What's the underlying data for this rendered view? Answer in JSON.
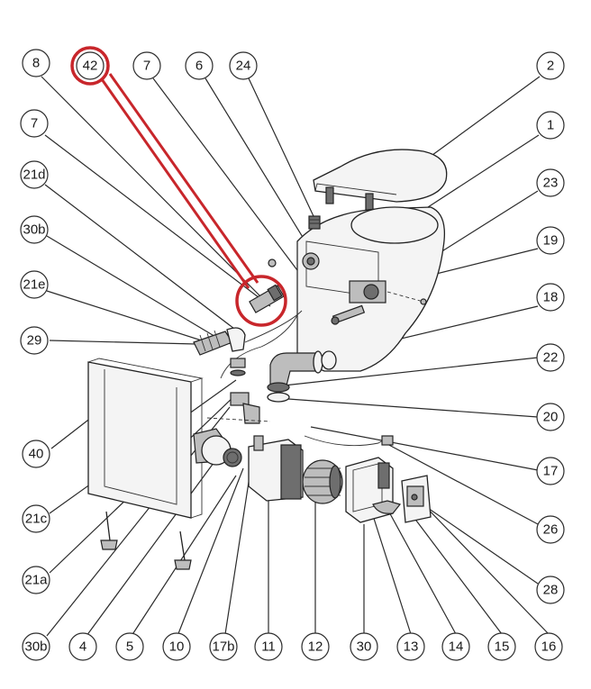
{
  "highlight_color": "#c8262b",
  "callouts": {
    "c8": "8",
    "c42": "42",
    "c7a": "7",
    "c6": "6",
    "c24": "24",
    "c2": "2",
    "c7b": "7",
    "c1": "1",
    "c21d": "21d",
    "c23": "23",
    "c30b_top": "30b",
    "c19": "19",
    "c21e": "21e",
    "c18": "18",
    "c29": "29",
    "c22": "22",
    "c20": "20",
    "c40": "40",
    "c17": "17",
    "c21c": "21c",
    "c26": "26",
    "c21a": "21a",
    "c28": "28",
    "c30b_bot": "30b",
    "c4": "4",
    "c5": "5",
    "c10": "10",
    "c17b": "17b",
    "c11": "11",
    "c12": "12",
    "c30": "30",
    "c13": "13",
    "c14": "14",
    "c15": "15",
    "c16": "16"
  }
}
